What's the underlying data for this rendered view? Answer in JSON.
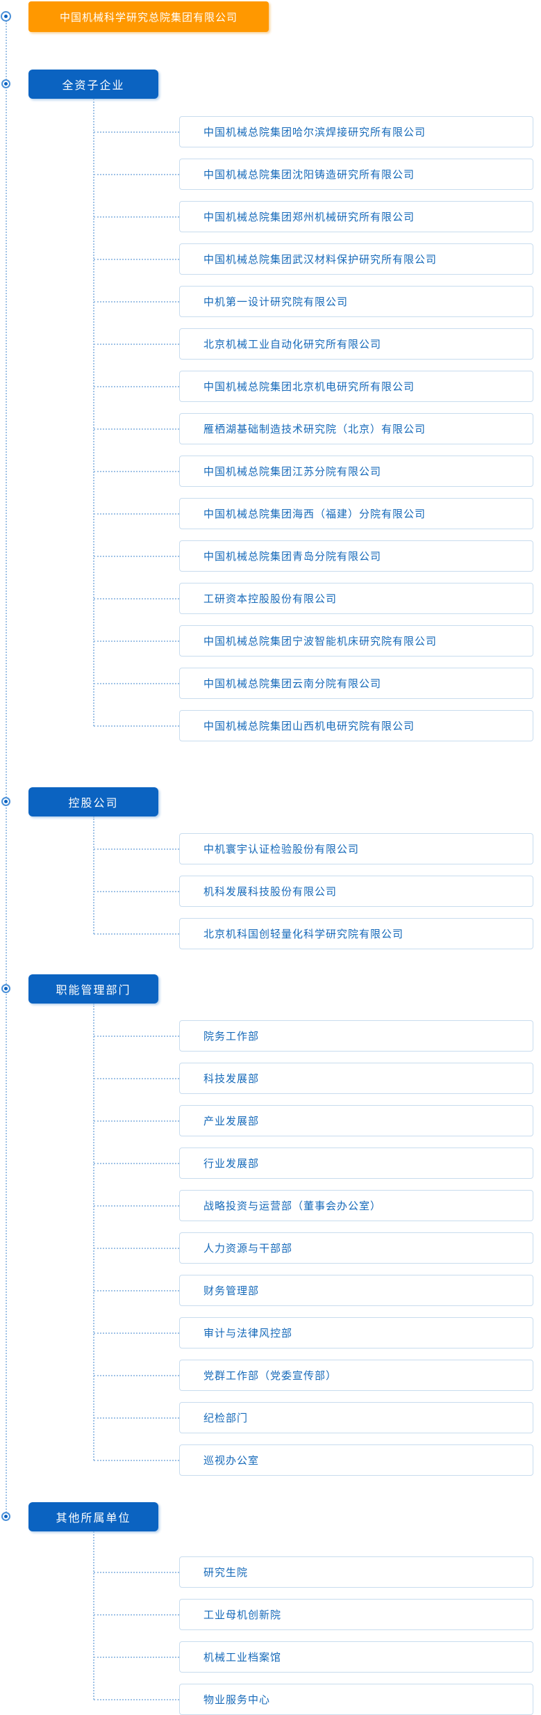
{
  "root": {
    "label": "中国机械科学研究总院集团有限公司"
  },
  "sections": [
    {
      "label": "全资子企业",
      "items": [
        "中国机械总院集团哈尔滨焊接研究所有限公司",
        "中国机械总院集团沈阳铸造研究所有限公司",
        "中国机械总院集团郑州机械研究所有限公司",
        "中国机械总院集团武汉材料保护研究所有限公司",
        "中机第一设计研究院有限公司",
        "北京机械工业自动化研究所有限公司",
        "中国机械总院集团北京机电研究所有限公司",
        "雁栖湖基础制造技术研究院（北京）有限公司",
        "中国机械总院集团江苏分院有限公司",
        "中国机械总院集团海西（福建）分院有限公司",
        "中国机械总院集团青岛分院有限公司",
        "工研资本控股股份有限公司",
        "中国机械总院集团宁波智能机床研究院有限公司",
        "中国机械总院集团云南分院有限公司",
        "中国机械总院集团山西机电研究院有限公司"
      ]
    },
    {
      "label": "控股公司",
      "items": [
        "中机寰宇认证检验股份有限公司",
        "机科发展科技股份有限公司",
        "北京机科国创轻量化科学研究院有限公司"
      ]
    },
    {
      "label": "职能管理部门",
      "items": [
        "院务工作部",
        "科技发展部",
        "产业发展部",
        "行业发展部",
        "战略投资与运营部（董事会办公室）",
        "人力资源与干部部",
        "财务管理部",
        "审计与法律风控部",
        "党群工作部（党委宣传部）",
        "纪检部门",
        "巡视办公室"
      ]
    },
    {
      "label": "其他所属单位",
      "items": [
        "研究生院",
        "工业母机创新院",
        "机械工业档案馆",
        "物业服务中心"
      ]
    }
  ],
  "colors": {
    "accent_orange": "#ff9800",
    "accent_blue": "#0b63c1",
    "item_text": "#1569b9",
    "box_border": "#c8dcee",
    "dot_line": "#9fc2e6",
    "bullet_ring": "#4a90d8",
    "bullet_dot": "#0b63c1"
  }
}
